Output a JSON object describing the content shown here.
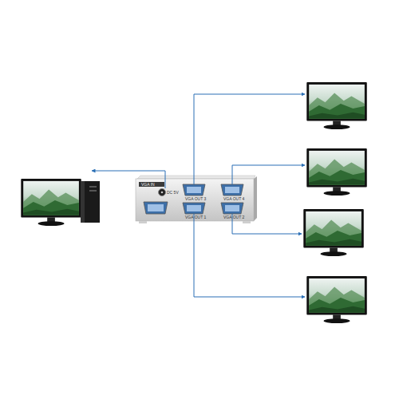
{
  "diagram": {
    "labels": [
      "VGA IN",
      "DC 5V",
      "VGA OUT 3",
      "VGA OUT 4",
      "VGA OUT 1",
      "VGA OUT 2"
    ]
  }
}
